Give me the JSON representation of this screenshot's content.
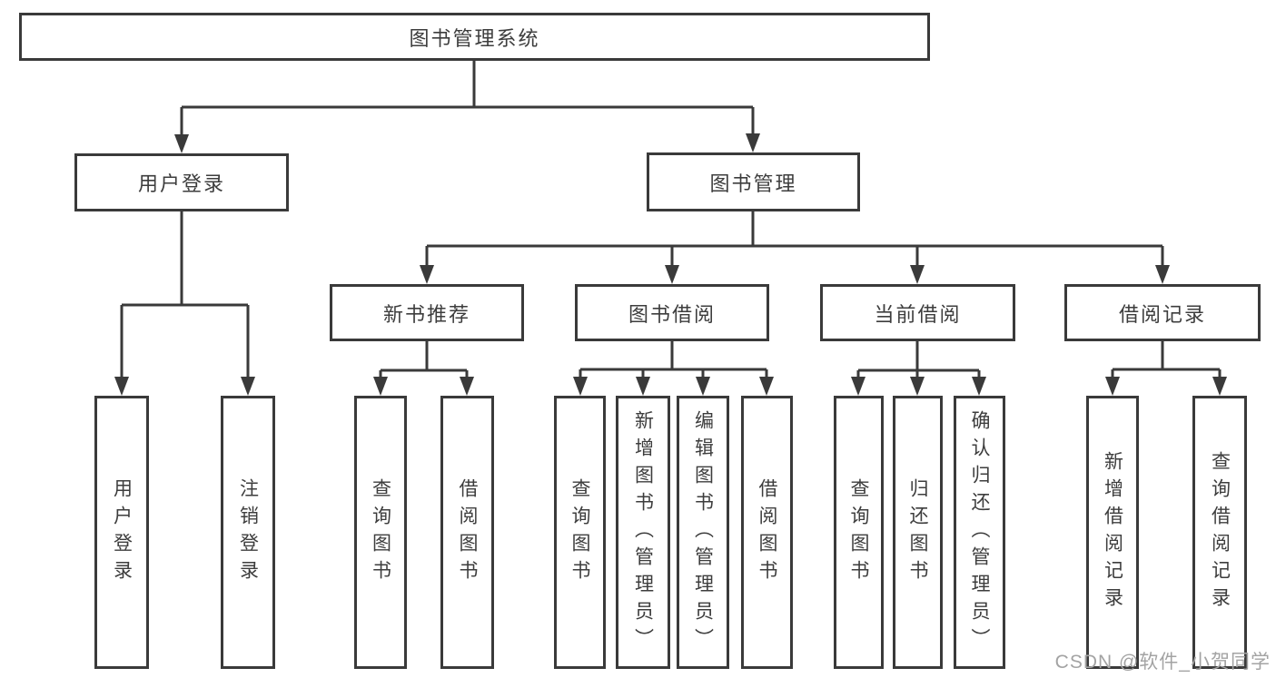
{
  "tree": {
    "root": {
      "label": "图书管理系统"
    },
    "branches": [
      {
        "label": "用户登录",
        "children": [
          {
            "label": "用户登录"
          },
          {
            "label": "注销登录"
          }
        ]
      },
      {
        "label": "图书管理",
        "children": [
          {
            "label": "新书推荐",
            "children": [
              {
                "label": "查询图书"
              },
              {
                "label": "借阅图书"
              }
            ]
          },
          {
            "label": "图书借阅",
            "children": [
              {
                "label": "查询图书"
              },
              {
                "label": "新增图书（管理员）"
              },
              {
                "label": "编辑图书（管理员）"
              },
              {
                "label": "借阅图书"
              }
            ]
          },
          {
            "label": "当前借阅",
            "children": [
              {
                "label": "查询图书"
              },
              {
                "label": "归还图书"
              },
              {
                "label": "确认归还（管理员）"
              }
            ]
          },
          {
            "label": "借阅记录",
            "children": [
              {
                "label": "新增借阅记录"
              },
              {
                "label": "查询借阅记录"
              }
            ]
          }
        ]
      }
    ]
  },
  "watermark": "CSDN @软件_小贺同学",
  "colors": {
    "line": "#3a3a3a",
    "text": "#3d3d3d",
    "watermark": "#a3a3a3",
    "bg": "#ffffff"
  }
}
